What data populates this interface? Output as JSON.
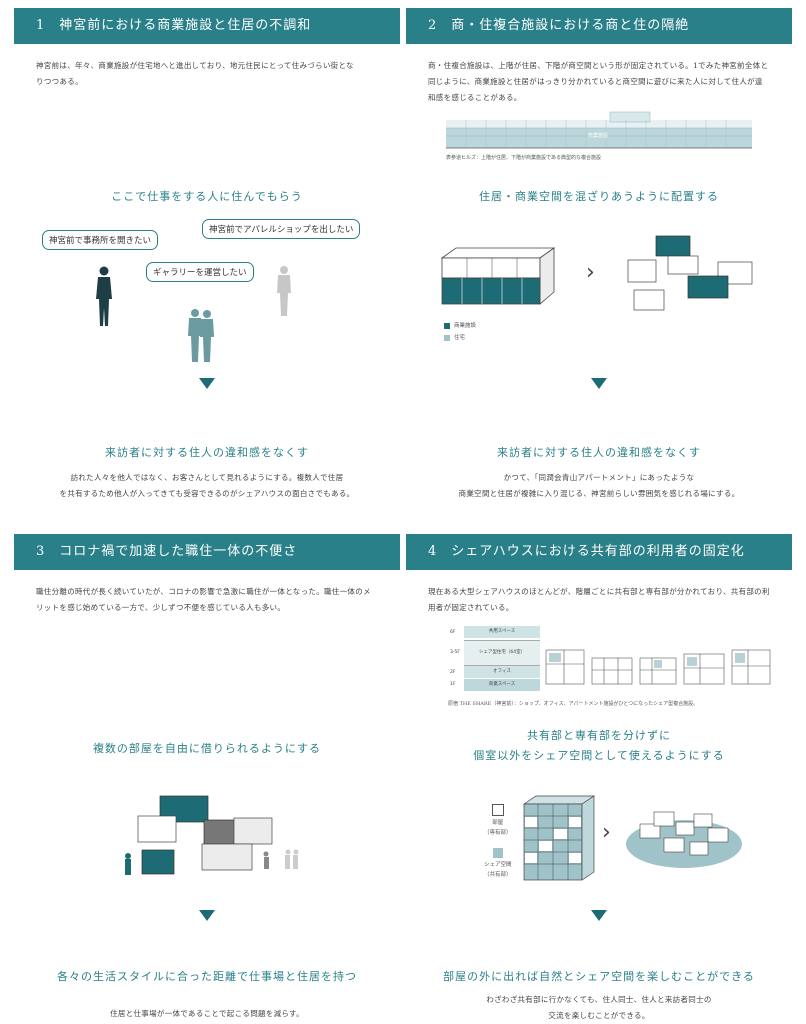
{
  "panels": [
    {
      "num": "1",
      "title": "神宮前における商業施設と住居の不調和",
      "desc": "神宮前は、年々、商業施設が住宅地へと進出しており、地元住民にとって住みづらい街となりつつある。",
      "subtitle": "ここで仕事をする人に住んでもらう",
      "bubbles": [
        "神宮前で事務所を開きたい",
        "神宮前でアパレルショップを出したい",
        "ギャラリーを運営したい"
      ],
      "result": "来訪者に対する住人の違和感をなくす",
      "foot": [
        "訪れた人々を他人ではなく、お客さんとして見れるようにする。複数人で住居",
        "を共有するため他人が入ってきても受容できるのがシェアハウスの面白さでもある。"
      ]
    },
    {
      "num": "2",
      "title": "商・住複合施設における商と住の隔絶",
      "desc": "商・住複合施設は、上階が住居、下階が商空間という形が固定されている。1でみた神宮前全体と同じように、商業施設と住居がはっきり分かれていると商空間に遊びに来た人に対して住人が違和感を感じることがある。",
      "elev_label": "商業施設",
      "caption": "表参道ヒルズ：上階が住居、下階が商業施設である典型的な複合施設",
      "subtitle": "住居・商業空間を混ざりあうように配置する",
      "legend": [
        "商業施設",
        "住宅"
      ],
      "result": "来訪者に対する住人の違和感をなくす",
      "foot": [
        "かつて、「同潤会青山アパートメント」にあったような",
        "商業空間と住居が複雑に入り混じる、神宮前らしい雰囲気を感じれる場にする。"
      ]
    },
    {
      "num": "3",
      "title": "コロナ禍で加速した職住一体の不便さ",
      "desc": "職住分離の時代が長く続いていたが、コロナの影響で急激に職住が一体となった。職住一体のメリットを感じ始めている一方で、少しずつ不便を感じている人も多い。",
      "subtitle": "複数の部屋を自由に借りられるようにする",
      "result": "各々の生活スタイルに合った距離で仕事場と住居を持つ",
      "foot": [
        "住居と仕事場が一体であることで起こる問題を減らす。"
      ]
    },
    {
      "num": "4",
      "title": "シェアハウスにおける共有部の利用者の固定化",
      "desc": "現在ある大型シェアハウスのほとんどが、階層ごとに共有部と専有部が分かれており、共有部の利用者が固定されている。",
      "section_labels": [
        "共用スペース",
        "シェア型住宅（64室）",
        "オフィス",
        "商業スペース"
      ],
      "floor_labels": [
        "6F",
        "3-5F",
        "2F",
        "1F"
      ],
      "caption": "原宿 THE SHARE（神宮前）：ショップ、オフィス、アパートメント施設がひとつになったシェア型複合施設。",
      "subtitle": [
        "共有部と専有部を分けずに",
        "個室以外をシェア空間として使えるようにする"
      ],
      "legend": [
        [
          "部屋",
          "（専有部）"
        ],
        [
          "シェア空間",
          "（共有部）"
        ]
      ],
      "result": "部屋の外に出れば自然とシェア空間を楽しむことができる",
      "foot": [
        "わざわざ共有部に行かなくても、住人同士、住人と来訪者同士の",
        "交流を楽しむことができる。"
      ]
    }
  ],
  "colors": {
    "teal": "#2a8089",
    "dark_teal": "#1d6b74",
    "light_teal": "#9fc3c8"
  },
  "icons": {
    "arrow_down": "triangle-down-icon",
    "arrow_right": "chevron-right-icon"
  }
}
